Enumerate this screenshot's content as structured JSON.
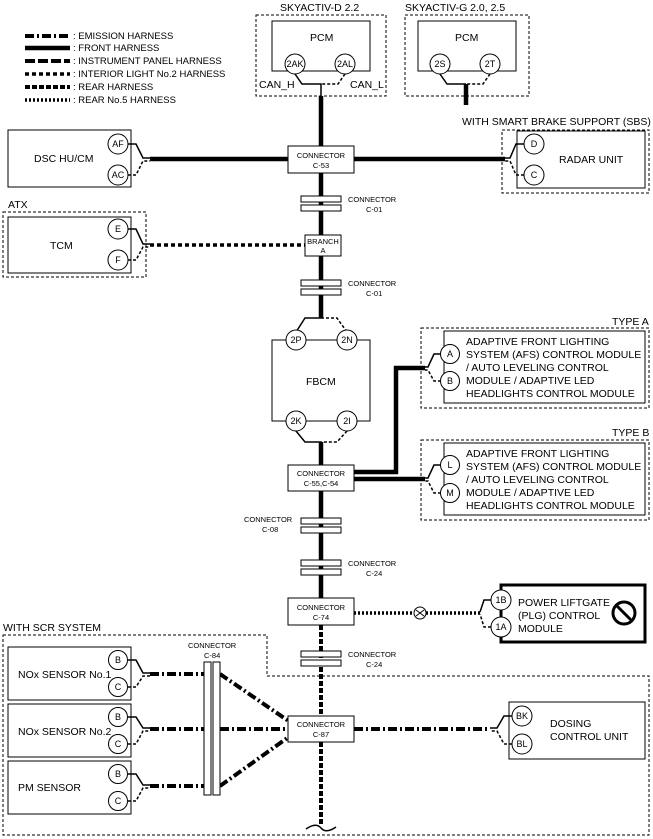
{
  "legend": [
    {
      "label": ": EMISSION HARNESS",
      "style": "emission"
    },
    {
      "label": ": FRONT HARNESS",
      "style": "front"
    },
    {
      "label": ": INSTRUMENT PANEL HARNESS",
      "style": "instrument"
    },
    {
      "label": ": INTERIOR LIGHT No.2 HARNESS",
      "style": "interior2"
    },
    {
      "label": ": REAR HARNESS",
      "style": "rear"
    },
    {
      "label": ": REAR No.5 HARNESS",
      "style": "rear5"
    }
  ],
  "groups": {
    "skyactiv_d": "SKYACTIV-D 2.2",
    "skyactiv_g": "SKYACTIV-G 2.0, 2.5",
    "sbs": "WITH SMART BRAKE SUPPORT (SBS)",
    "atx": "ATX",
    "type_a": "TYPE A",
    "type_b": "TYPE B",
    "scr": "WITH SCR SYSTEM"
  },
  "modules": {
    "pcm_d": {
      "name": "PCM",
      "pins": [
        "2AK",
        "2AL"
      ],
      "can_h": "CAN_H",
      "can_l": "CAN_L"
    },
    "pcm_g": {
      "name": "PCM",
      "pins": [
        "2S",
        "2T"
      ]
    },
    "dsc": {
      "name": "DSC HU/CM",
      "pins": [
        "AF",
        "AC"
      ]
    },
    "radar": {
      "name": "RADAR UNIT",
      "pins": [
        "D",
        "C"
      ]
    },
    "tcm": {
      "name": "TCM",
      "pins": [
        "E",
        "F"
      ]
    },
    "fbcm": {
      "name": "FBCM",
      "pins_top": [
        "2P",
        "2N"
      ],
      "pins_bottom": [
        "2K",
        "2I"
      ]
    },
    "afs_a": {
      "lines": [
        "ADAPTIVE FRONT LIGHTING",
        "SYSTEM (AFS) CONTROL MODULE",
        "/ AUTO LEVELING CONTROL",
        "MODULE / ADAPTIVE LED",
        "HEADLIGHTS CONTROL MODULE"
      ],
      "pins": [
        "A",
        "B"
      ]
    },
    "afs_b": {
      "lines": [
        "ADAPTIVE FRONT LIGHTING",
        "SYSTEM (AFS) CONTROL MODULE",
        "/ AUTO LEVELING CONTROL",
        "MODULE / ADAPTIVE LED",
        "HEADLIGHTS CONTROL MODULE"
      ],
      "pins": [
        "L",
        "M"
      ]
    },
    "plg": {
      "lines": [
        "POWER LIFTGATE",
        "(PLG) CONTROL",
        "MODULE"
      ],
      "pins": [
        "1B",
        "1A"
      ]
    },
    "nox1": {
      "name": "NOx SENSOR No.1",
      "pins": [
        "B",
        "C"
      ]
    },
    "nox2": {
      "name": "NOx SENSOR No.2",
      "pins": [
        "B",
        "C"
      ]
    },
    "pm": {
      "name": "PM SENSOR",
      "pins": [
        "B",
        "C"
      ]
    },
    "dosing": {
      "lines": [
        "DOSING",
        "CONTROL UNIT"
      ],
      "pins": [
        "BK",
        "BL"
      ]
    }
  },
  "connectors": {
    "c53": {
      "title": "CONNECTOR",
      "code": "C-53"
    },
    "c01a": {
      "title": "CONNECTOR",
      "code": "C-01"
    },
    "branch": {
      "title": "BRANCH",
      "code": "A"
    },
    "c01b": {
      "title": "CONNECTOR",
      "code": "C-01"
    },
    "c55": {
      "title": "CONNECTOR",
      "code": "C-55,C-54"
    },
    "c08": {
      "title": "CONNECTOR",
      "code": "C-08"
    },
    "c24a": {
      "title": "CONNECTOR",
      "code": "C-24"
    },
    "c74": {
      "title": "CONNECTOR",
      "code": "C-74"
    },
    "c24b": {
      "title": "CONNECTOR",
      "code": "C-24"
    },
    "c84": {
      "title": "CONNECTOR",
      "code": "C-84"
    },
    "c87": {
      "title": "CONNECTOR",
      "code": "C-87"
    }
  }
}
